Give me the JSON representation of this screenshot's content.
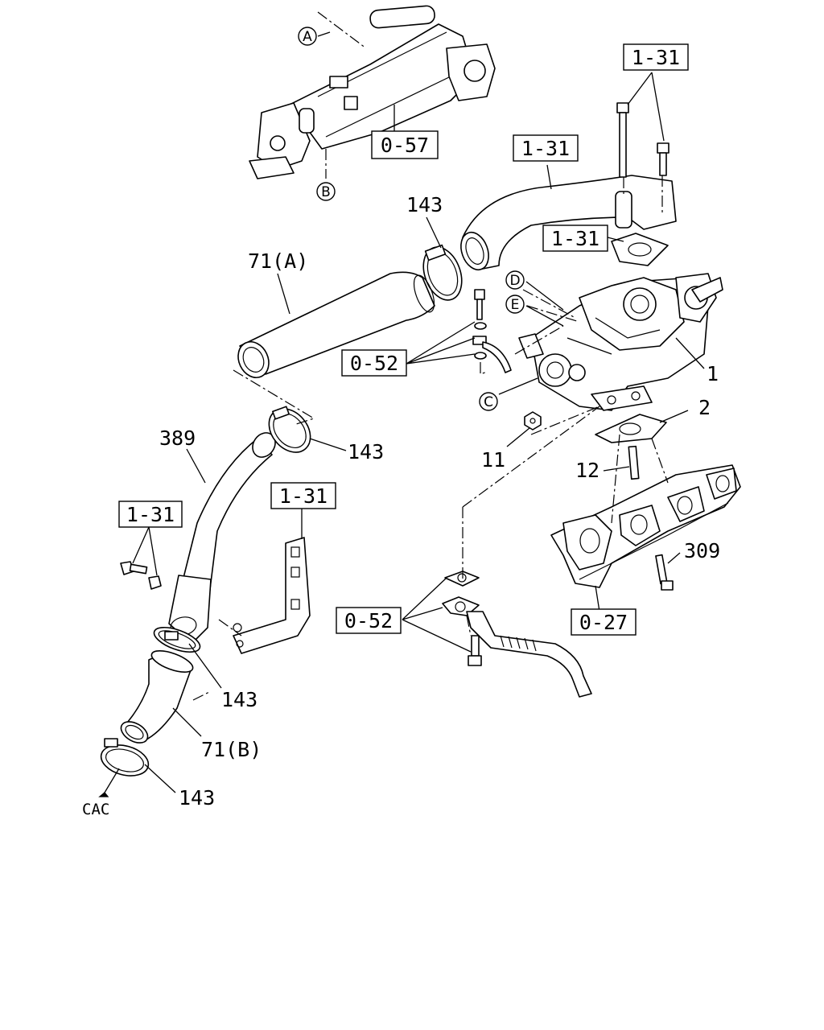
{
  "diagram": {
    "labels": {
      "ref_0_57": "0-57",
      "ref_1_31_top": "1-31",
      "ref_1_31_pipe": "1-31",
      "ref_1_31_flange": "1-31",
      "ref_1_31_left": "1-31",
      "ref_1_31_bracket": "1-31",
      "ref_0_52_upper": "0-52",
      "ref_0_52_lower": "0-52",
      "ref_0_27": "0-27",
      "part_143_a": "143",
      "part_143_b": "143",
      "part_143_c": "143",
      "part_143_d": "143",
      "part_71a": "71(A)",
      "part_71b": "71(B)",
      "part_389": "389",
      "part_1": "1",
      "part_2": "2",
      "part_11": "11",
      "part_12": "12",
      "part_309": "309",
      "cac": "CAC"
    },
    "circle_markers": {
      "a": "A",
      "b": "B",
      "c": "C",
      "d": "D",
      "e": "E"
    }
  }
}
